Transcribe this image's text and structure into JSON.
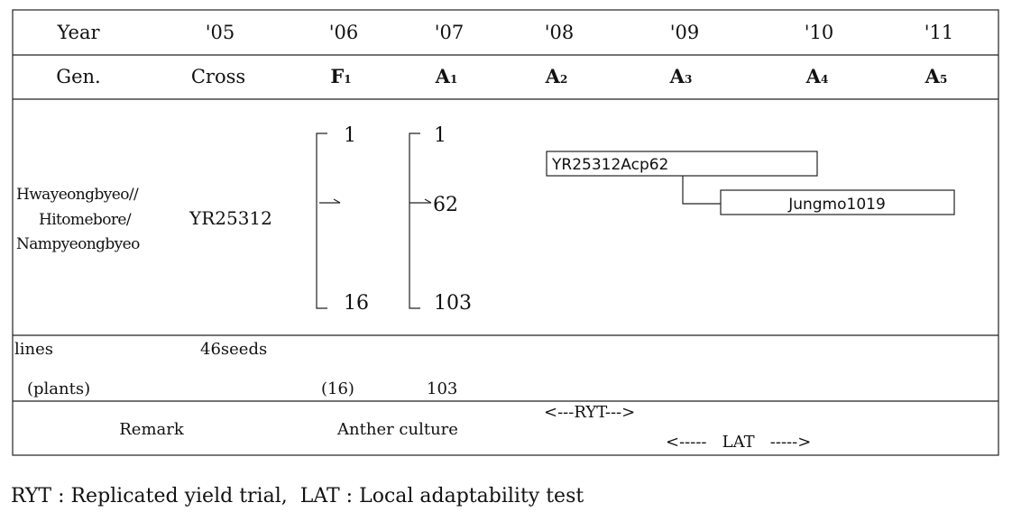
{
  "header": {
    "year_label": "Year",
    "years": [
      "'05",
      "'06",
      "'07",
      "'08",
      "'09",
      "'10",
      "'11"
    ],
    "gen_label": "Gen.",
    "gen_cross": "Cross",
    "generations": [
      {
        "base": "F",
        "sub": "1"
      },
      {
        "base": "A",
        "sub": "1"
      },
      {
        "base": "A",
        "sub": "2"
      },
      {
        "base": "A",
        "sub": "3"
      },
      {
        "base": "A",
        "sub": "4"
      },
      {
        "base": "A",
        "sub": "5"
      }
    ]
  },
  "pedigree": {
    "parents": [
      "Hwayeongbyeo//",
      "Hitomebore/",
      "Nampyeongbyeo"
    ],
    "cross_name": "YR25312",
    "f1_top": "1",
    "f1_bottom": "16",
    "a1_top": "1",
    "a1_mid": "62",
    "a1_bottom": "103",
    "selected_line": "YR25312Acp62",
    "variety_name": "Jungmo1019"
  },
  "counts": {
    "lines_label": "lines",
    "seeds": "46seeds",
    "plants_label": "(plants)",
    "f1_plants": "(16)",
    "a1_plants": "103"
  },
  "remark": {
    "label": "Remark",
    "method": "Anther culture",
    "ryt": "<---RYT--->",
    "lat": "<-----   LAT   ----->"
  },
  "legend": "RYT : Replicated yield trial,  LAT : Local adaptability test"
}
